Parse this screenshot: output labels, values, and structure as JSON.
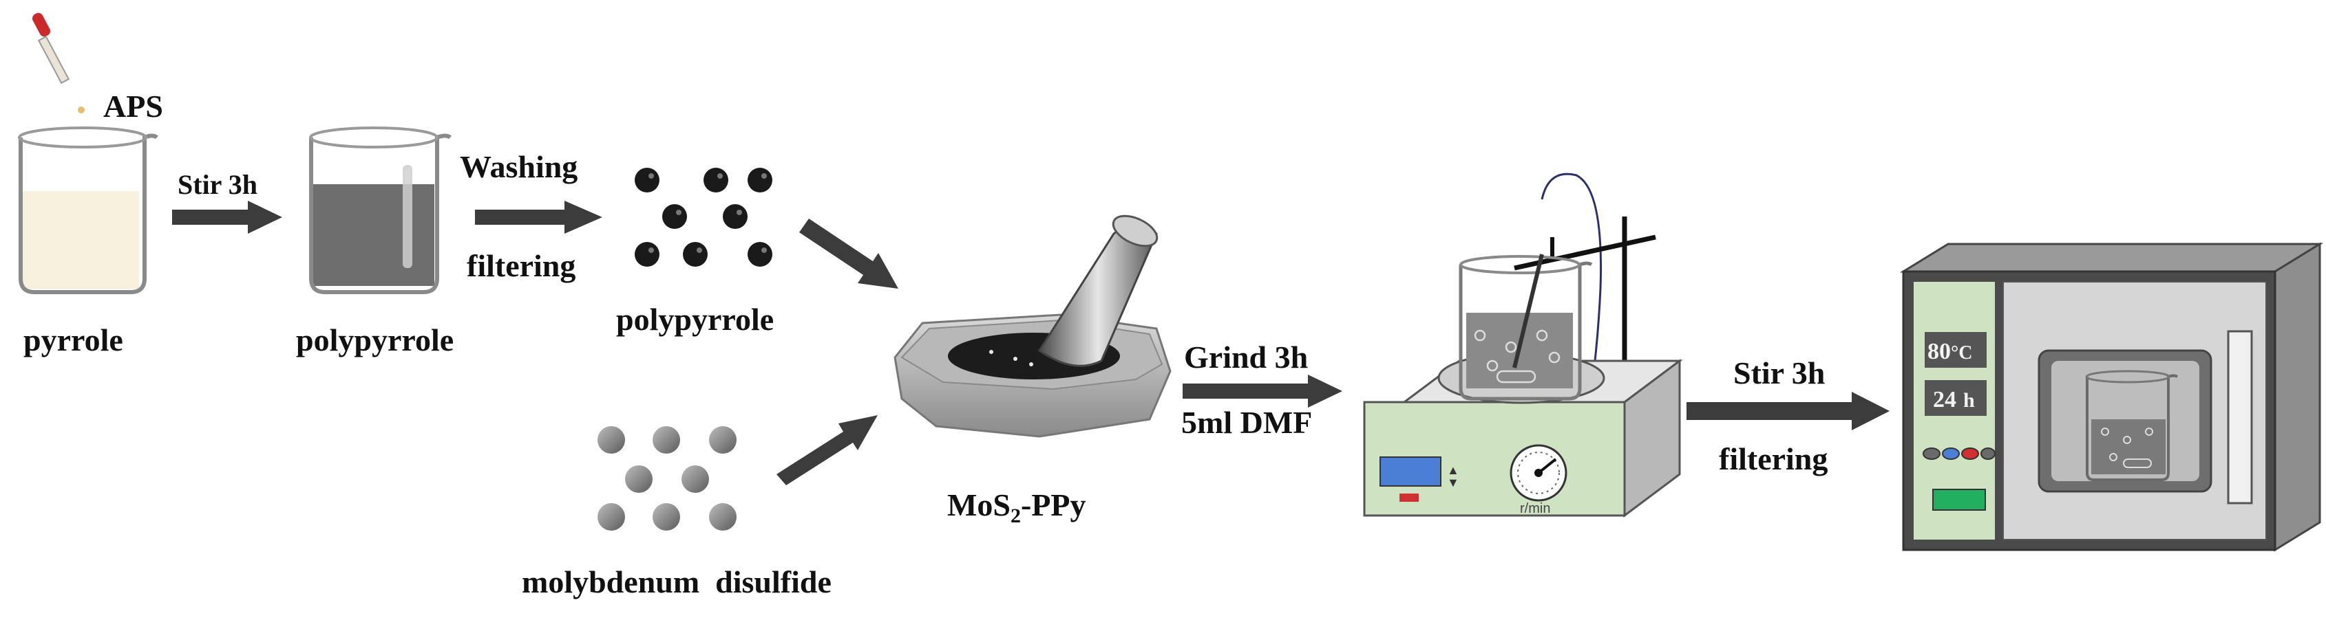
{
  "labels": {
    "aps": "APS",
    "pyrrole": "pyrrole",
    "stir_3h_1": "Stir 3h",
    "polypyrrole_1": "polypyrrole",
    "washing": "Washing",
    "filtering_1": "filtering",
    "polypyrrole_2": "polypyrrole",
    "mos2_ppy_prefix": "MoS",
    "mos2_ppy_sub": "2",
    "mos2_ppy_suffix": "-PPy",
    "molybdenum_disulfide": "molybdenum  disulfide",
    "grind_3h": "Grind 3h",
    "dmf": "5ml DMF",
    "stir_3h_2": "Stir 3h",
    "filtering_2": "filtering",
    "stirrer_unit": "r/min",
    "oven_temp_value": "80",
    "oven_temp_unit": "°C",
    "oven_time_value": "24",
    "oven_time_unit": "h"
  },
  "colors": {
    "arrow": "#3c3c3c",
    "pyrrole_liquid": "#f7f0dc",
    "polypyrrole_liquid": "#6e6e6e",
    "particle_dark": "#1a1a1a",
    "particle_gray": "#808080",
    "stirrer_panel": "#cfe3c2",
    "oven_panel": "#cfe3c2",
    "oven_body": "#d6d6d6",
    "display_blue": "#4b7fd6",
    "red_button": "#d03030",
    "green_button": "#22b060"
  }
}
